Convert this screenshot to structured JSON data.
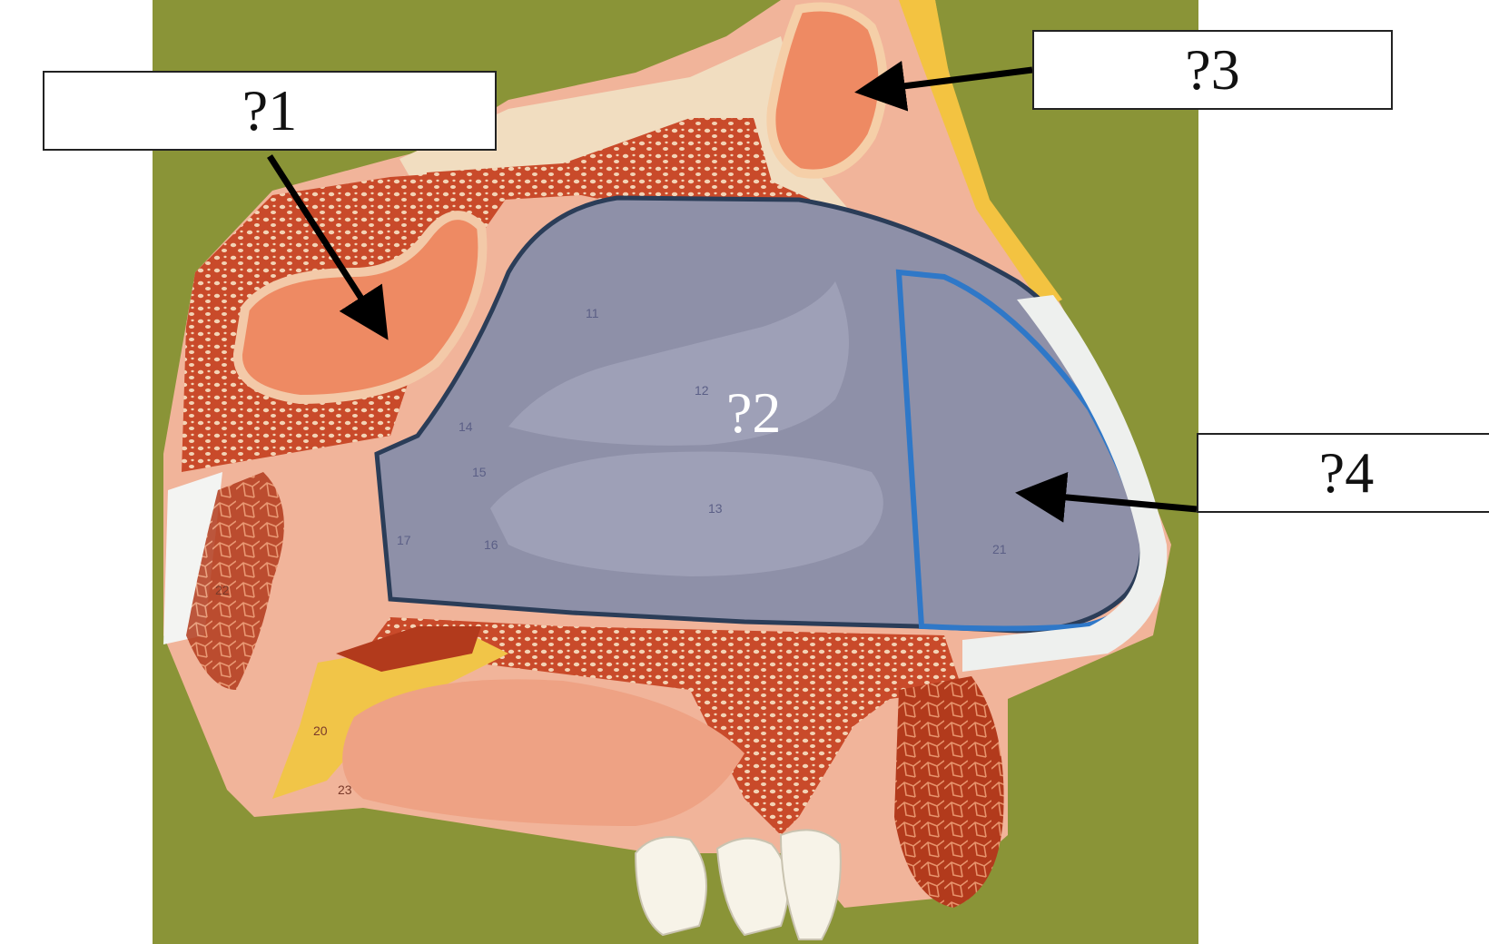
{
  "labels": {
    "q1": "?1",
    "q2": "?2",
    "q3": "?3",
    "q4": "?4"
  },
  "model_numbers": [
    "11",
    "12",
    "13",
    "14",
    "15",
    "16",
    "17",
    "20",
    "21",
    "22",
    "23"
  ],
  "colors": {
    "background": "#8a9437",
    "region2": "#8e90a8",
    "region4_outline": "#2f78c8",
    "region2_outline": "#2b3d58"
  }
}
